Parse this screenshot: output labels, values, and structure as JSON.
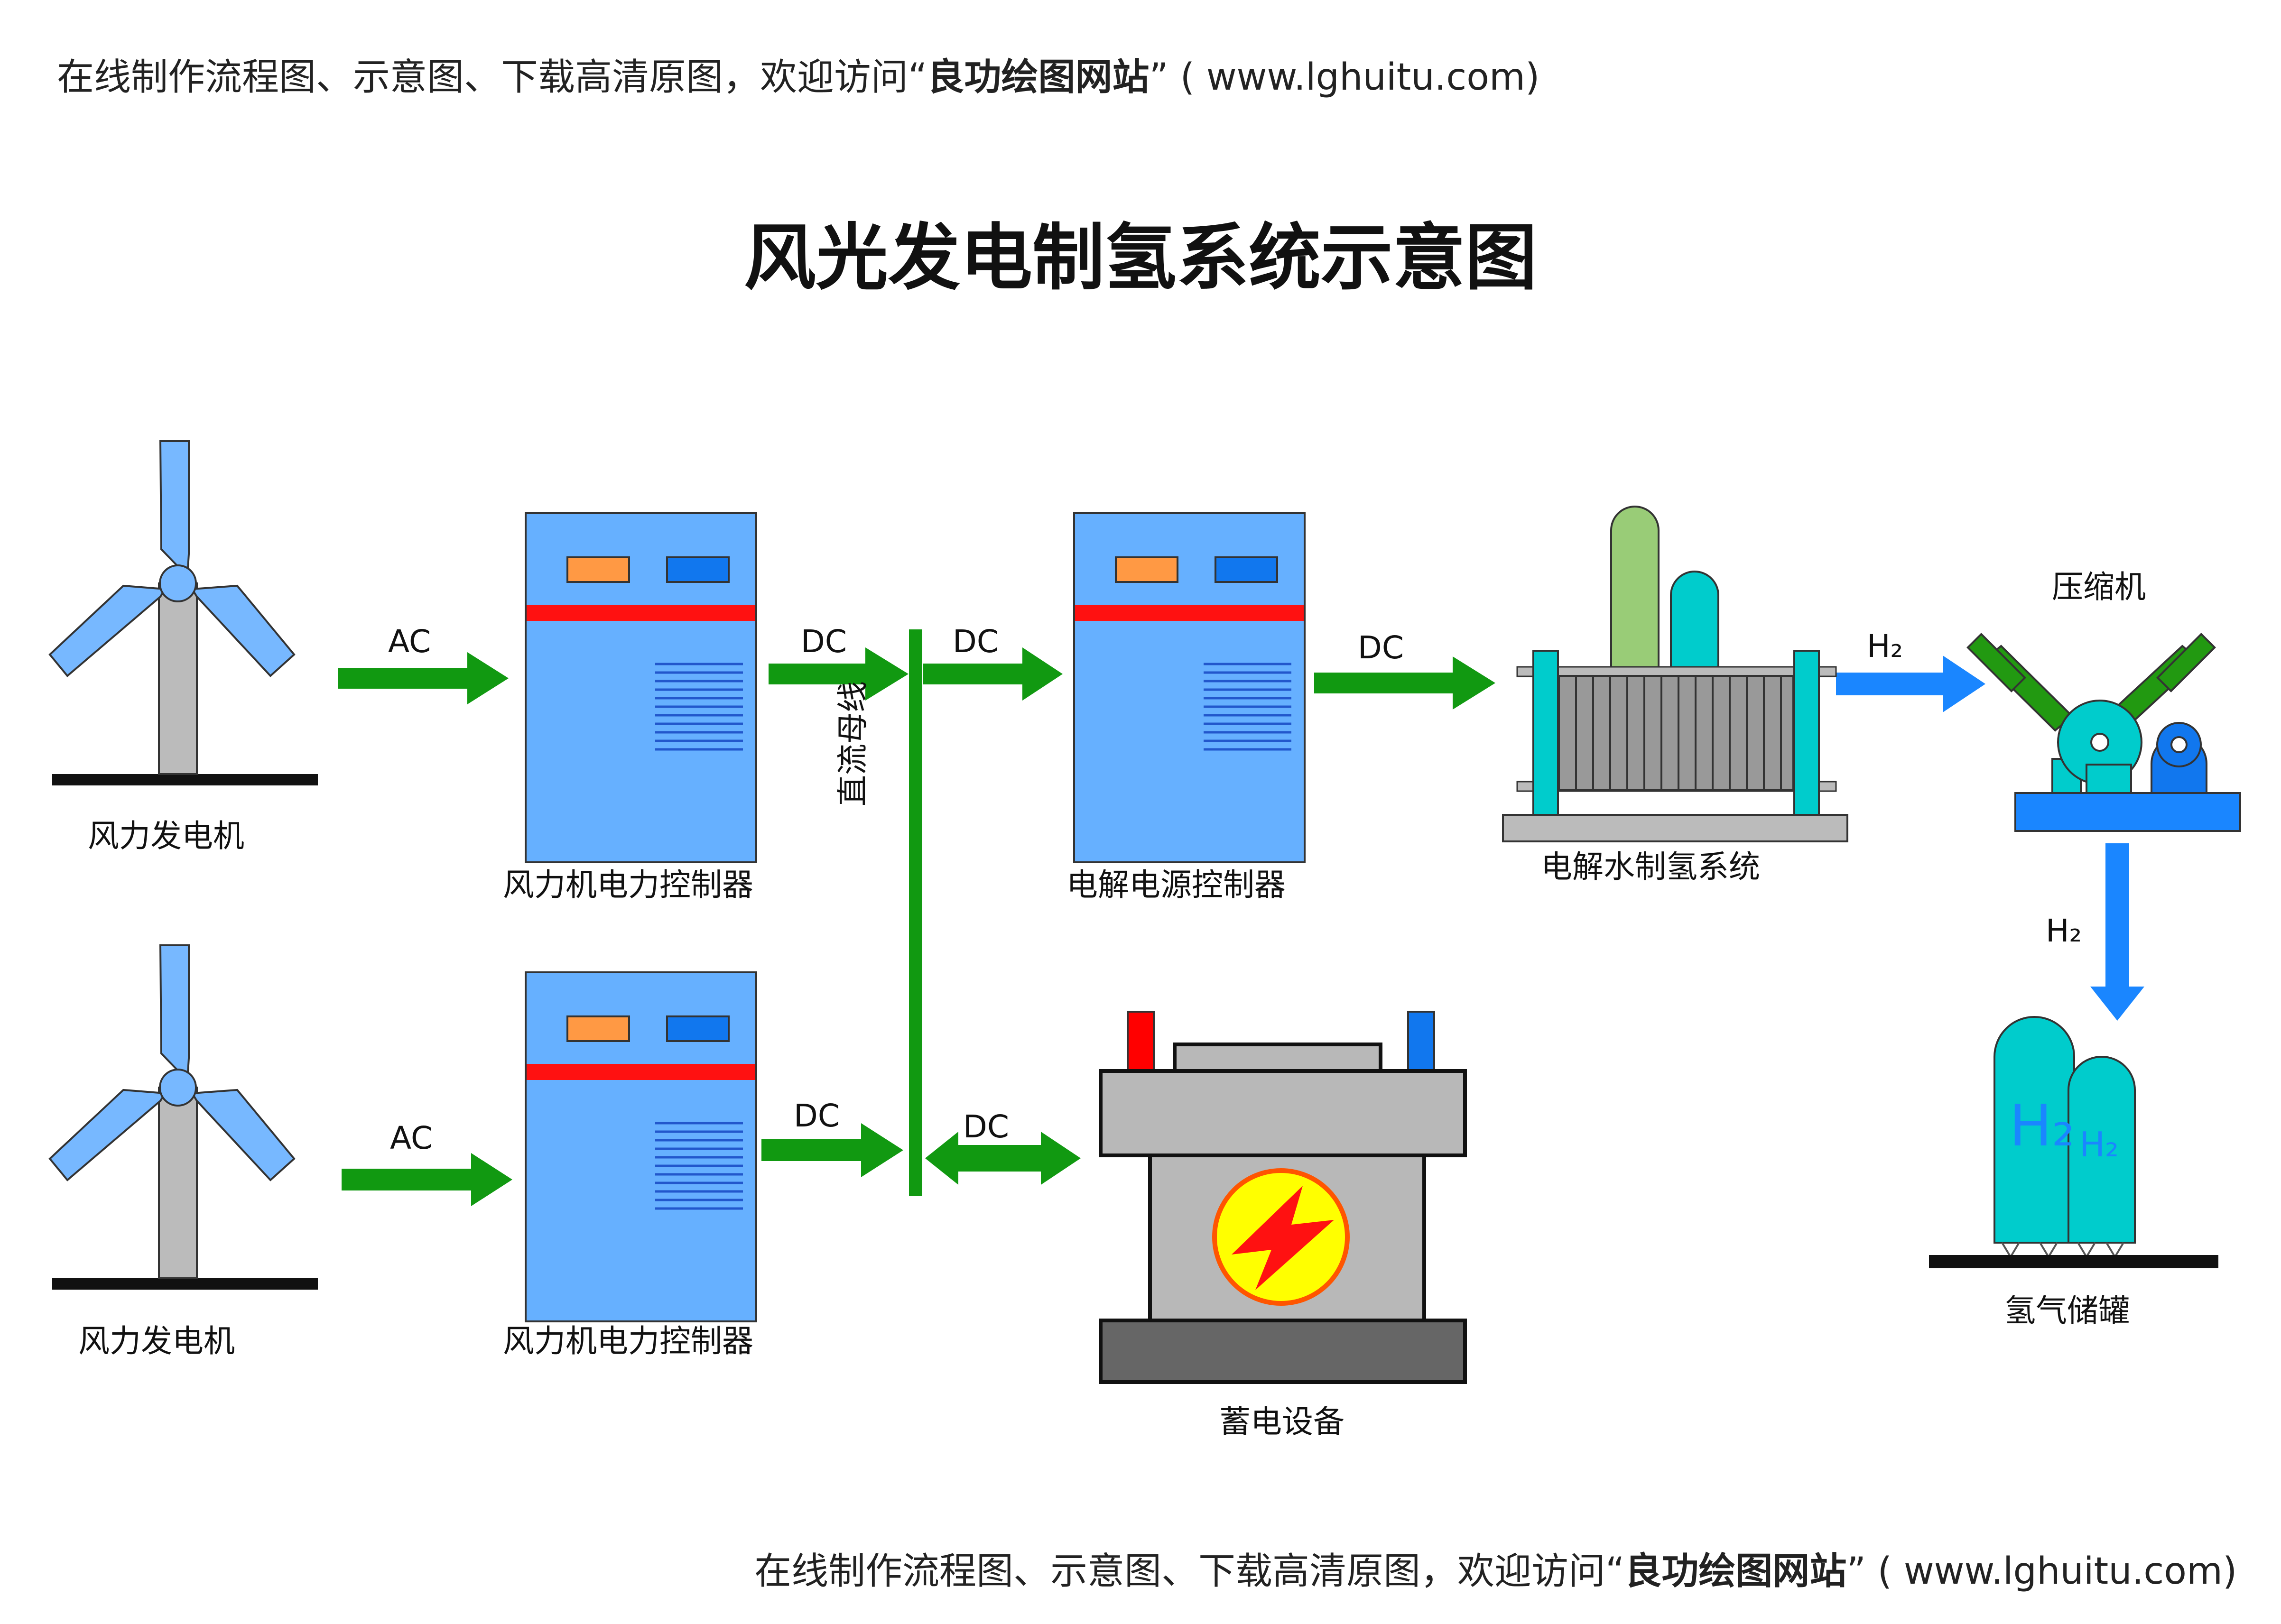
{
  "watermark": {
    "prefix": "在线制作流程图、示意图、下载高清原图，欢迎访问“",
    "brand": "良功绘图网站",
    "suffix": "” ( www.lghuitu.com)"
  },
  "title": "风光发电制氢系统示意图",
  "labels": {
    "wind_turbine_1": "风力发电机",
    "wind_turbine_2": "风力发电机",
    "wind_controller_1": "风力机电力控制器",
    "wind_controller_2": "风力机电力控制器",
    "dc_bus": "直流母线",
    "electrolysis_controller": "电解电源控制器",
    "electrolyzer": "电解水制氢系统",
    "compressor": "压缩机",
    "storage_tank": "氢气储罐",
    "battery": "蓄电设备"
  },
  "flows": {
    "ac_1": "AC",
    "ac_2": "AC",
    "dc_1": "DC",
    "dc_2": "DC",
    "dc_3": "DC",
    "dc_4": "DC",
    "dc_5": "DC",
    "h2_1": "H₂",
    "h2_2": "H₂"
  },
  "tank_marks": {
    "big": "H₂",
    "small": "H₂"
  },
  "colors": {
    "arrow_green": "#119911",
    "arrow_blue": "#1a86ff",
    "cabinet_blue": "#66b0ff",
    "cabinet_stripe": "#ff1111",
    "cabinet_orange": "#ff9944",
    "cabinet_blue_light": "#1177ee",
    "blade_blue": "#77b8ff",
    "tower_gray": "#bbbbbb",
    "teal": "#00cccc",
    "light_green": "#99cc77",
    "compressor_green": "#229911",
    "battery_gray": "#b8b8b8",
    "battery_dark": "#666666",
    "battery_red": "#ff0000",
    "battery_blue": "#1177ee",
    "bolt_red": "#ff1111",
    "bolt_yellow": "#ffff00"
  },
  "icons": [
    "wind-turbine-icon",
    "controller-cabinet-icon",
    "electrolyzer-icon",
    "compressor-icon",
    "hydrogen-tank-icon",
    "battery-icon",
    "lightning-bolt-icon"
  ]
}
